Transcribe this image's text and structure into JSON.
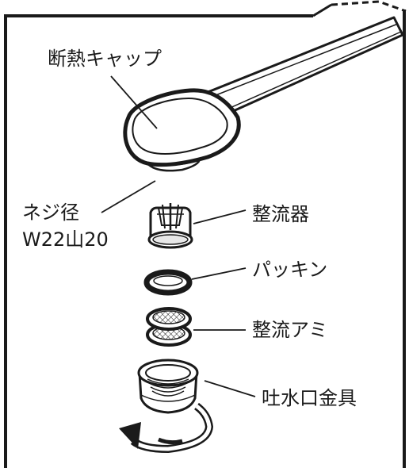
{
  "labels": {
    "insulation_cap": "断熱キャップ",
    "thread_diameter_line1": "ネジ径",
    "thread_diameter_line2": "W22山20",
    "flow_straightener": "整流器",
    "packing": "パッキン",
    "flow_mesh": "整流アミ",
    "spout_fitting": "吐水口金具"
  },
  "colors": {
    "line": "#1a1a1a",
    "fill": "#ffffff",
    "shade": "#e8e8e8"
  }
}
